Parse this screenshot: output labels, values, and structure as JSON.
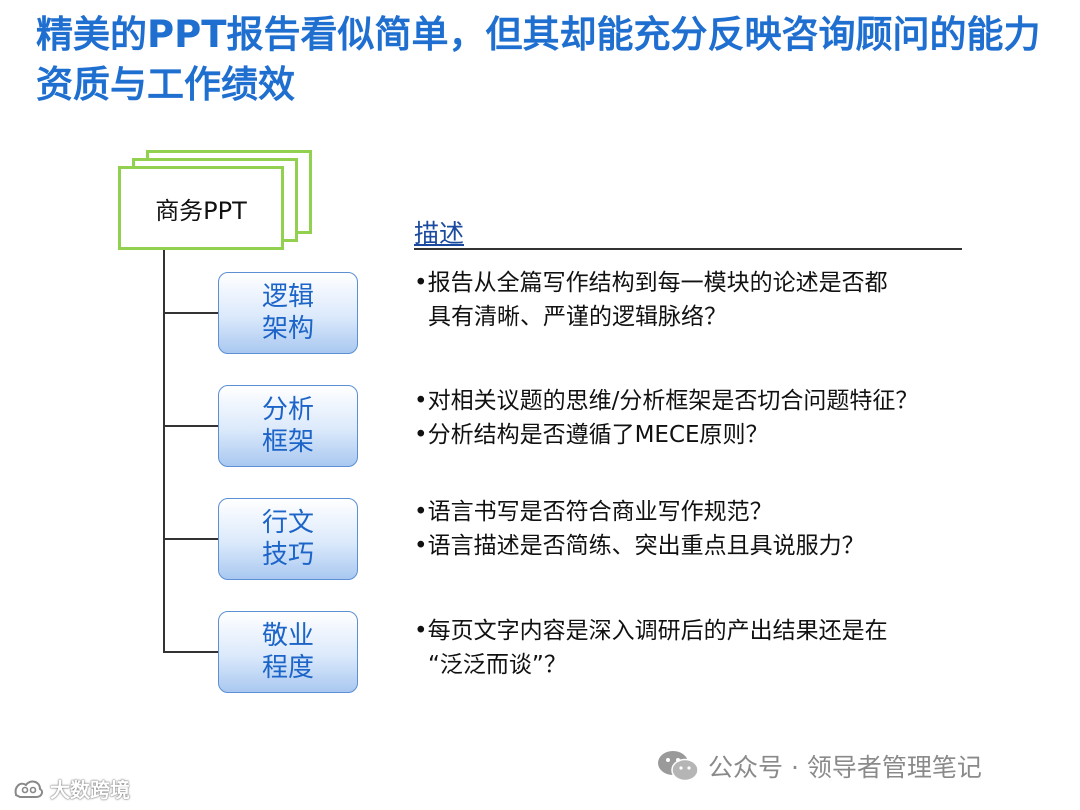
{
  "title": "精美的PPT报告看似简单，但其却能充分反映咨询顾问的能力资质与工作绩效",
  "root": {
    "label": "商务PPT"
  },
  "nodes": [
    {
      "line1": "逻辑",
      "line2": "架构"
    },
    {
      "line1": "分析",
      "line2": "框架"
    },
    {
      "line1": "行文",
      "line2": "技巧"
    },
    {
      "line1": "敬业",
      "line2": "程度"
    }
  ],
  "description": {
    "header": "描述",
    "items": [
      {
        "lines": [
          "•报告从全篇写作结构到每一模块的论述是否都",
          "具有清晰、严谨的逻辑脉络？"
        ]
      },
      {
        "lines": [
          "•对相关议题的思维/分析框架是否切合问题特征？",
          "•分析结构是否遵循了MECE原则？"
        ]
      },
      {
        "lines": [
          "•语言书写是否符合商业写作规范？",
          "•语言描述是否简练、突出重点且具说服力？"
        ]
      },
      {
        "lines": [
          "•每页文字内容是深入调研后的产出结果还是在",
          "“泛泛而谈”？"
        ]
      }
    ]
  },
  "footer": {
    "text": "公众号 · 领导者管理笔记"
  },
  "watermark": {
    "text": "大数跨境"
  },
  "colors": {
    "title": "#1f6fd0",
    "node_text": "#1c64c8",
    "card_border": "#92d050"
  }
}
